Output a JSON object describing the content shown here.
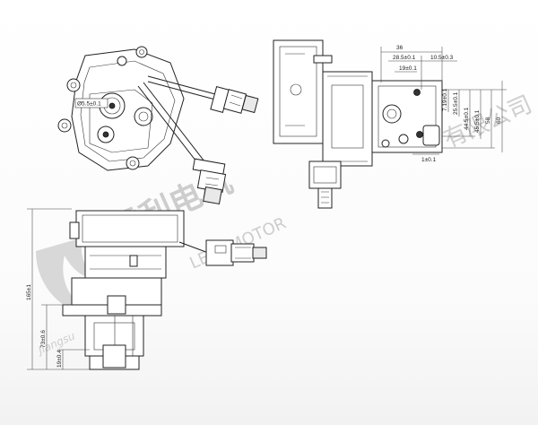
{
  "watermark": {
    "company_cn": "雷利电机",
    "company_en": "LEILI MOTOR",
    "company_cn_right": "有限公司",
    "brand_left": "Jiangsu"
  },
  "dimensions": {
    "top_view_dia": "Ø5.5±0.1",
    "right_width": "36",
    "right_w1": "28.5±0.1",
    "right_w2": "10.5±0.3",
    "right_w3": "19±0.1",
    "right_h1": "7.19±0.1",
    "right_h2": "25.5±0.1",
    "right_h3": "44.5±0.1",
    "right_h4": "45.5±0.1",
    "right_h5": "58",
    "right_h6": "60",
    "right_bottom": "1±0.1",
    "side_total": "165±1",
    "side_mid": "73±0.6",
    "side_low": "19±0.4"
  }
}
